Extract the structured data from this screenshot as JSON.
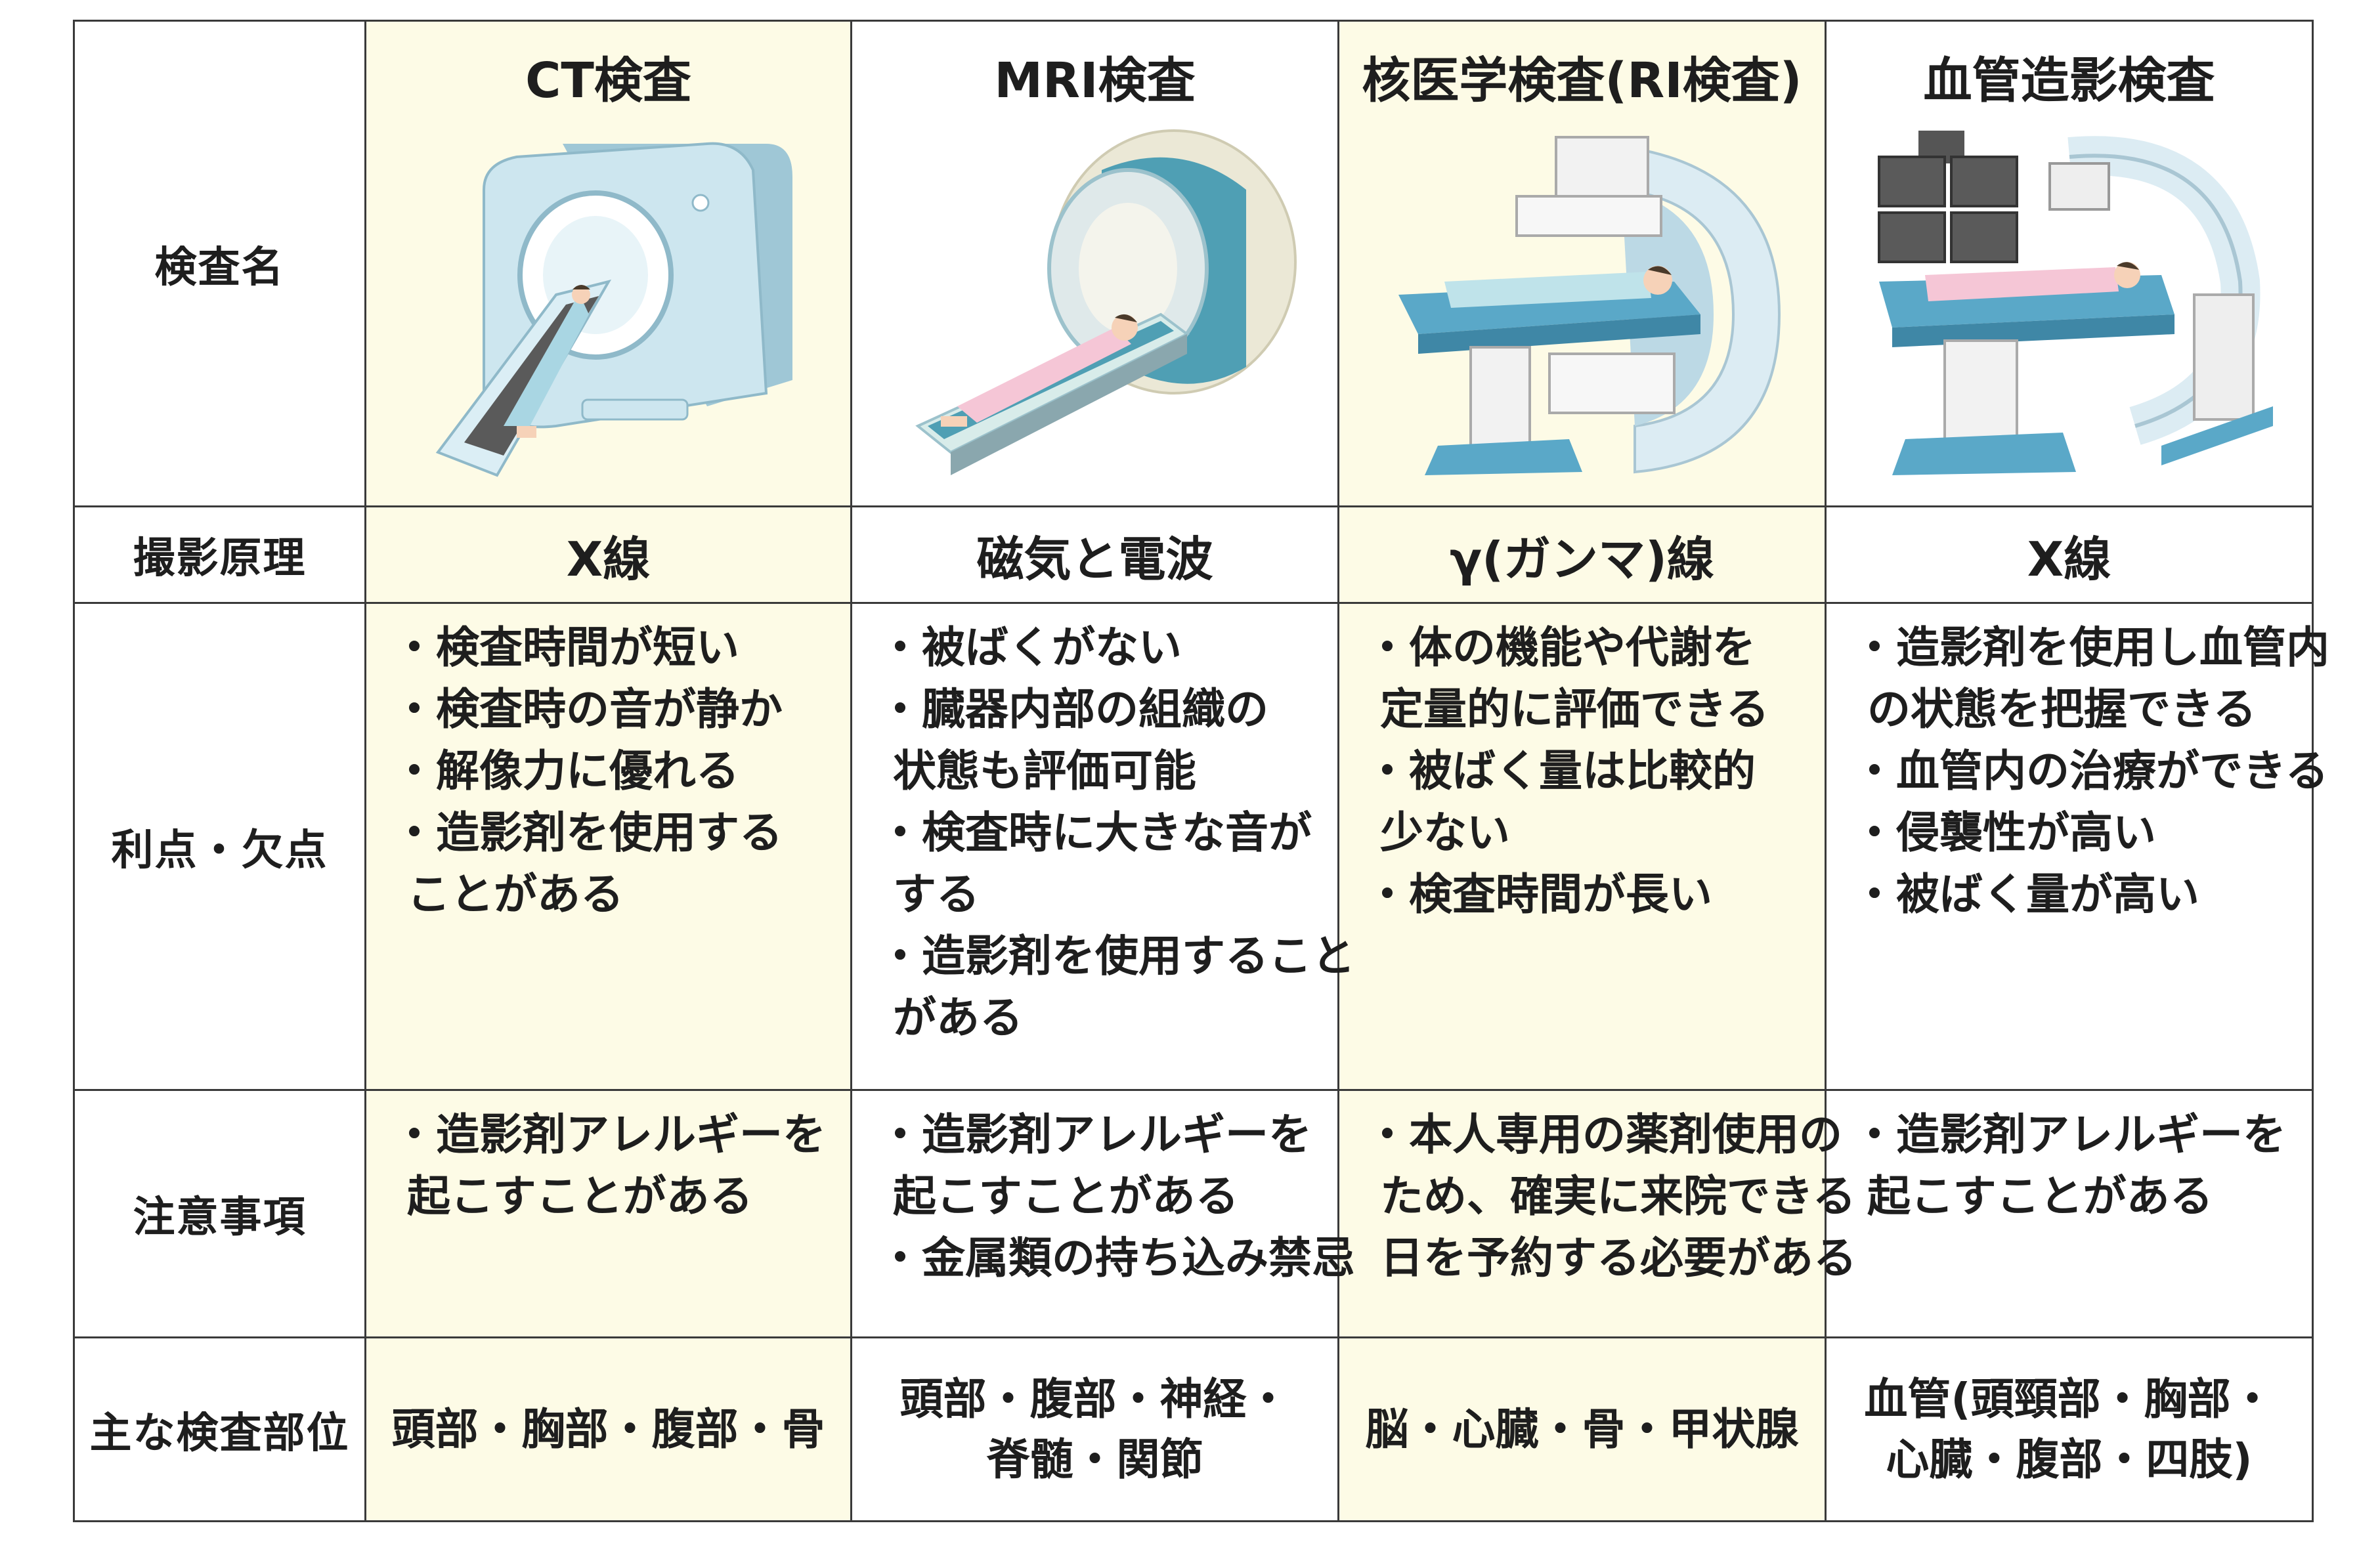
{
  "row_headers": {
    "name": "検査名",
    "principle": "撮影原理",
    "pros_cons": "利点・欠点",
    "notes": "注意事項",
    "parts": "主な検査部位"
  },
  "columns": [
    {
      "title": "CT検査",
      "illustration": "ct-scanner-illustration",
      "principle": "X線",
      "pros_cons": [
        "・検査時間が短い",
        "・検査時の音が静か",
        "・解像力に優れる",
        "・造影剤を使用する",
        "ことがある"
      ],
      "notes": [
        "・造影剤アレルギーを",
        "起こすことがある"
      ],
      "parts": [
        "頭部・胸部・腹部・骨"
      ]
    },
    {
      "title": "MRI検査",
      "illustration": "mri-scanner-illustration",
      "principle": "磁気と電波",
      "pros_cons": [
        "・被ばくがない",
        "・臓器内部の組織の",
        "状態も評価可能",
        "・検査時に大きな音が",
        "する",
        "・造影剤を使用すること",
        "がある"
      ],
      "notes": [
        "・造影剤アレルギーを",
        "起こすことがある",
        "・金属類の持ち込み禁忌"
      ],
      "parts": [
        "頭部・腹部・神経・",
        "脊髄・関節"
      ]
    },
    {
      "title": "核医学検査(RI検査)",
      "illustration": "gamma-camera-illustration",
      "principle": "γ(ガンマ)線",
      "pros_cons": [
        "・体の機能や代謝を",
        "定量的に評価できる",
        "・被ばく量は比較的",
        "少ない",
        "・検査時間が長い"
      ],
      "notes": [
        "・本人専用の薬剤使用の",
        "ため、確実に来院できる",
        "日を予約する必要がある"
      ],
      "parts": [
        "脳・心臓・骨・甲状腺"
      ]
    },
    {
      "title": "血管造影検査",
      "illustration": "angiography-system-illustration",
      "principle": "X線",
      "pros_cons": [
        "・造影剤を使用し血管内",
        "の状態を把握できる",
        "・血管内の治療ができる",
        "・侵襲性が高い",
        "・被ばく量が高い"
      ],
      "notes": [
        "・造影剤アレルギーを",
        "起こすことがある"
      ],
      "parts": [
        "血管(頭頸部・胸部・",
        "心臓・腹部・四肢)"
      ]
    }
  ],
  "colors": {
    "highlight_column": "#fdfbe6",
    "border": "#3a3a3a",
    "machine_blue": "#bfe0ea",
    "table_blue": "#5aa8c8",
    "gown_pink": "#f5c6d6",
    "gown_blue": "#bfe3ea"
  }
}
